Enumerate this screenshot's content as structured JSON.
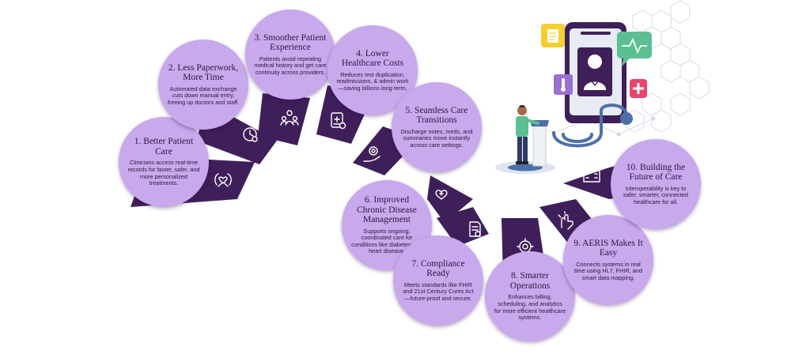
{
  "colors": {
    "segment": "#3f1f5a",
    "circle": "#c7a9ec",
    "icon_stroke": "#ffffff",
    "accent_green": "#5bbf93",
    "accent_yellow": "#f4cf2e",
    "accent_red": "#e8456b",
    "accent_purple": "#9a6fd1",
    "phone": "#3f1f5a"
  },
  "steps": [
    {
      "title": "1. Better Patient Care",
      "desc": "Clinicians access real-time records for faster, safer, and more personalized treatments.",
      "icon": "hands-heart-icon"
    },
    {
      "title": "2. Less Paperwork, More Time",
      "desc": "Automated data exchange cuts down manual entry, freeing up doctors and staff.",
      "icon": "clock-icon"
    },
    {
      "title": "3. Smoother Patient Experience",
      "desc": "Patients avoid repeating medical history and get care continuity across providers.",
      "icon": "people-star-icon"
    },
    {
      "title": "4. Lower Healthcare Costs",
      "desc": "Reduces test duplication, readmissions, & admin work—saving billions long-term.",
      "icon": "medical-bill-icon"
    },
    {
      "title": "5. Seamless Care Transitions",
      "desc": "Discharge notes, meds, and summaries move instantly across care settings.",
      "icon": "hand-gear-icon"
    },
    {
      "title": "6. Improved Chronic Disease Management",
      "desc": "Supports ongoing, coordinated care for conditions like diabetes and heart disease.",
      "icon": "heart-hand-icon"
    },
    {
      "title": "7. Compliance Ready",
      "desc": "Meets standards like FHIR and 21st Century Cures Act—future-proof and secure.",
      "icon": "document-check-icon"
    },
    {
      "title": "8. Smarter Operations",
      "desc": "Enhances billing, scheduling, and analytics for more efficient healthcare systems.",
      "icon": "brain-gear-icon"
    },
    {
      "title": "9. AERIS Makes It Easy",
      "desc": "Connects systems in real time using HL7, FHIR, and smart data mapping.",
      "icon": "hand-click-icon"
    },
    {
      "title": "10. Building the Future of Care",
      "desc": "Interoperability is key to safer, smarter, connected healthcare for all.",
      "icon": "hospital-icon"
    }
  ]
}
